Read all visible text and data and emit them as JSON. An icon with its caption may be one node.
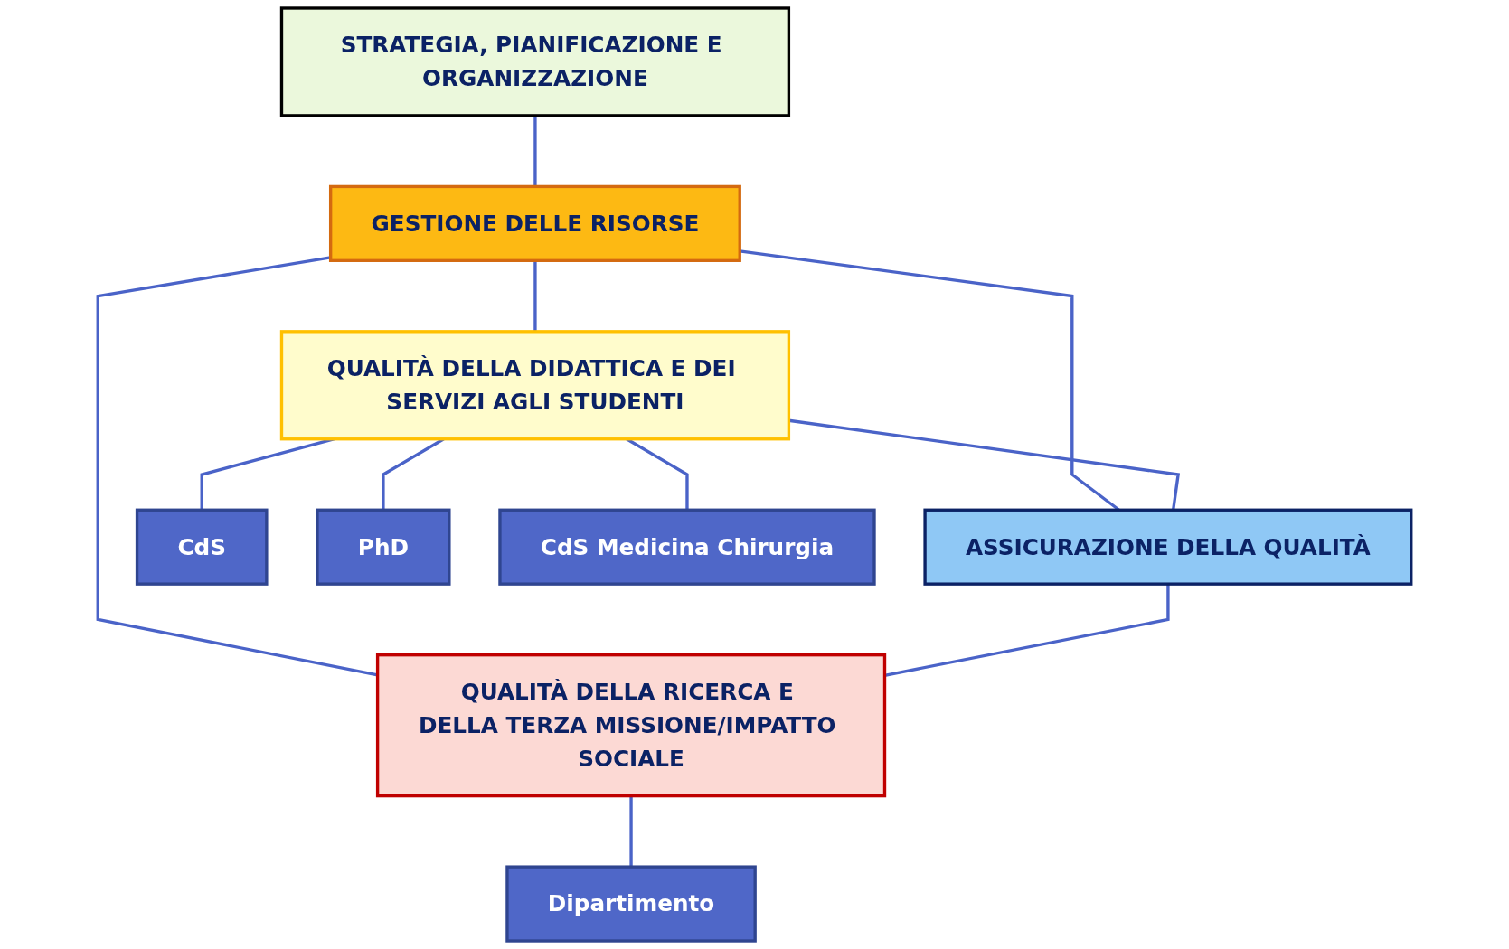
{
  "diagram": {
    "nodes": [
      {
        "text": [
          "STRATEGIA, PIANIFICAZIONE E ORGANIZZAZIONE"
        ]
      },
      {
        "text": [
          "GESTIONE DELLE RISORSE"
        ]
      },
      {
        "text": [
          "QUALITÀ DELLA DIDATTICA E DEI SERVIZI AGLI STUDENTI"
        ]
      },
      {
        "text": [
          "ASSICURAZIONE DELLA QUALITÀ"
        ]
      },
      {
        "text": [
          "QUALITÀ DELLA RICERCA E DELLA TERZA MISSIONE/IMPATTO SOCIALE"
        ]
      },
      {
        "text": [
          "CdS"
        ]
      },
      {
        "text": [
          "PhD"
        ]
      },
      {
        "text": [
          "CdS Medicina Chirurgia"
        ]
      },
      {
        "text": [
          "Dipartimento"
        ]
      }
    ],
    "edges": [
      {
        "from": 0,
        "to": 1,
        "arrow": "none"
      },
      {
        "from": 1,
        "to": 2,
        "arrow": "none"
      },
      {
        "from": 1,
        "to": 3,
        "arrow": "none"
      },
      {
        "from": 1,
        "to": 4,
        "arrow": "none"
      },
      {
        "from": 2,
        "to": 3,
        "arrow": "none"
      },
      {
        "from": 3,
        "to": 4,
        "arrow": "none"
      },
      {
        "from": 2,
        "to": 5,
        "arrow": "none"
      },
      {
        "from": 2,
        "to": 6,
        "arrow": "none"
      },
      {
        "from": 2,
        "to": 7,
        "arrow": "none"
      },
      {
        "from": 4,
        "to": 8,
        "arrow": "none"
      }
    ]
  }
}
